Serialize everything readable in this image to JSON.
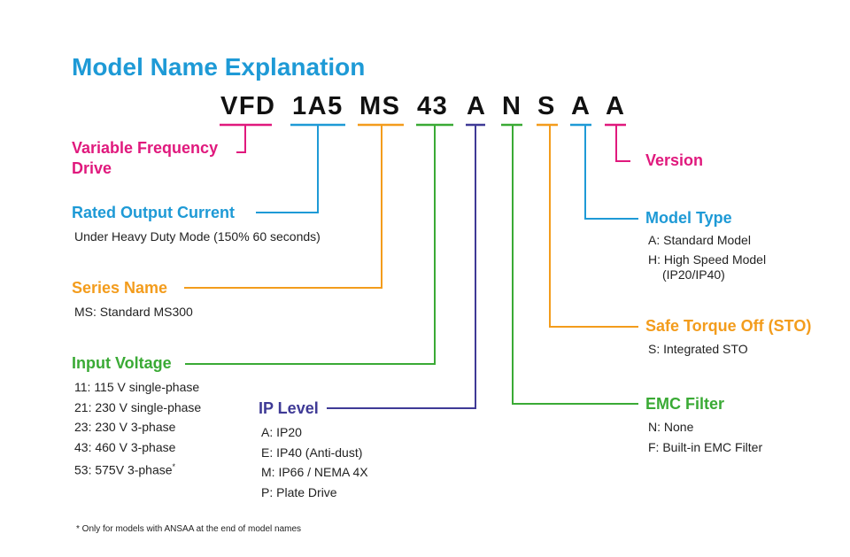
{
  "title": "Model Name Explanation",
  "colors": {
    "title": "#1e9ad6",
    "magenta": "#e0197d",
    "blue": "#1e9ad6",
    "orange": "#f39c1c",
    "green": "#3aaa35",
    "purple": "#3f3a96"
  },
  "code_segments": [
    "VFD",
    "1A5",
    "MS",
    "43",
    "A",
    "N",
    "S",
    "A",
    "A"
  ],
  "fields": {
    "drive": {
      "label": "Variable Frequency\nDrive",
      "lines": []
    },
    "current": {
      "label": "Rated Output Current",
      "lines": [
        "Under Heavy Duty Mode (150% 60 seconds)"
      ]
    },
    "series": {
      "label": "Series Name",
      "lines": [
        "MS: Standard MS300"
      ]
    },
    "voltage": {
      "label": "Input Voltage",
      "lines": [
        "11: 115 V single-phase",
        "21: 230 V single-phase",
        "23: 230 V 3-phase",
        "43: 460 V 3-phase",
        "53: 575V 3-phase"
      ],
      "footnote_mark": "*"
    },
    "ip": {
      "label": "IP Level",
      "lines": [
        "A: IP20",
        "E: IP40 (Anti-dust)",
        "M: IP66 / NEMA 4X",
        "P: Plate Drive"
      ]
    },
    "emc": {
      "label": "EMC Filter",
      "lines": [
        "N: None",
        "F: Built-in EMC Filter"
      ]
    },
    "sto": {
      "label": "Safe Torque Off (STO)",
      "lines": [
        "S: Integrated STO"
      ]
    },
    "model_type": {
      "label": "Model Type",
      "lines": [
        "A: Standard Model",
        "H: High Speed Model",
        "(IP20/IP40)"
      ]
    },
    "version": {
      "label": "Version",
      "lines": []
    }
  },
  "footnote": "* Only for models with ANSAA at the end of model names"
}
